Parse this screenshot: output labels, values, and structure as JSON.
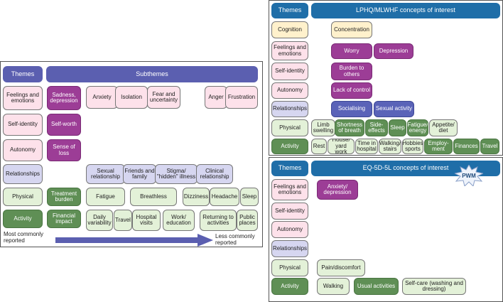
{
  "colors": {
    "theme_header": "#5b5fb0",
    "concepts_header": "#1f6ea8",
    "feelings": "#fde1ea",
    "relationships": "#d6d6f0",
    "physical": "#e3f1d8",
    "activity": "#5f8f55",
    "most_common": "#9c3d96",
    "arrow": "#5b5fb0",
    "cognition": "#fff1cc"
  },
  "left": {
    "themes_header": "Themes",
    "subthemes_header": "Subthemes",
    "themes": [
      "Feelings and emotions",
      "Self-identity",
      "Autonomy",
      "Relationships",
      "Physical",
      "Activity"
    ],
    "subthemes": {
      "sadness": "Sadness, depression",
      "anxiety": "Anxiety",
      "isolation": "Isolation",
      "fear": "Fear and uncertainty",
      "anger": "Anger",
      "frustration": "Frustration",
      "self_worth": "Self-worth",
      "sense_of_loss": "Sense of loss",
      "sexual_relationship": "Sexual relationship",
      "friends_family": "Friends and family",
      "stigma": "Stigma/ \"hidden\" illness",
      "clinical_relationship": "Clinical relationship",
      "treatment_burden": "Treatment burden",
      "fatigue": "Fatigue",
      "breathless": "Breathless",
      "dizziness": "Dizziness",
      "headache": "Headache",
      "sleep": "Sleep",
      "financial_impact": "Financial impact",
      "daily_variability": "Daily variability",
      "travel": "Travel",
      "hospital_visits": "Hospital visits",
      "work_education": "Work/ education",
      "returning": "Returning to activities",
      "public_places": "Public places"
    },
    "most_common": "Most commonly reported",
    "less_common": "Less commonly reported"
  },
  "top_right": {
    "themes_header": "Themes",
    "concepts_header": "LPHQ/MLWHF concepts of interest",
    "themes": [
      "Cognition",
      "Feelings and emotions",
      "Self-identity",
      "Autonomy",
      "Relationships",
      "Physical",
      "Activity"
    ],
    "concepts": {
      "concentration": "Concentration",
      "worry": "Worry",
      "depression": "Depression",
      "burden": "Burden to others",
      "lack_of_control": "Lack of control",
      "socialising": "Socialising",
      "sexual_activity": "Sexual activity",
      "limb_swelling": "Limb swelling",
      "shortness": "Shortness of breath",
      "side_effects": "Side-effects",
      "sleep": "Sleep",
      "fatigue_energy": "Fatigue/ energy",
      "appetite": "Appetite/ diet",
      "rest": "Rest",
      "house_yard": "House/ yard work",
      "time_hospital": "Time in hospital",
      "walking_stairs": "Walking/ stairs",
      "hobbies": "Hobbies sports",
      "employment": "Employ- ment",
      "finances": "Finances",
      "travel": "Travel"
    }
  },
  "bottom_right": {
    "themes_header": "Themes",
    "concepts_header": "EQ-5D-5L concepts of interest",
    "badge": "PWM",
    "themes": [
      "Feelings and emotions",
      "Self-identity",
      "Autonomy",
      "Relationships",
      "Physical",
      "Activity"
    ],
    "concepts": {
      "anxiety_depression": "Anxiety/ depression",
      "pain": "Pain/discomfort",
      "walking": "Walking",
      "usual_activities": "Usual activities",
      "self_care": "Self-care (washing and dressing)"
    }
  }
}
